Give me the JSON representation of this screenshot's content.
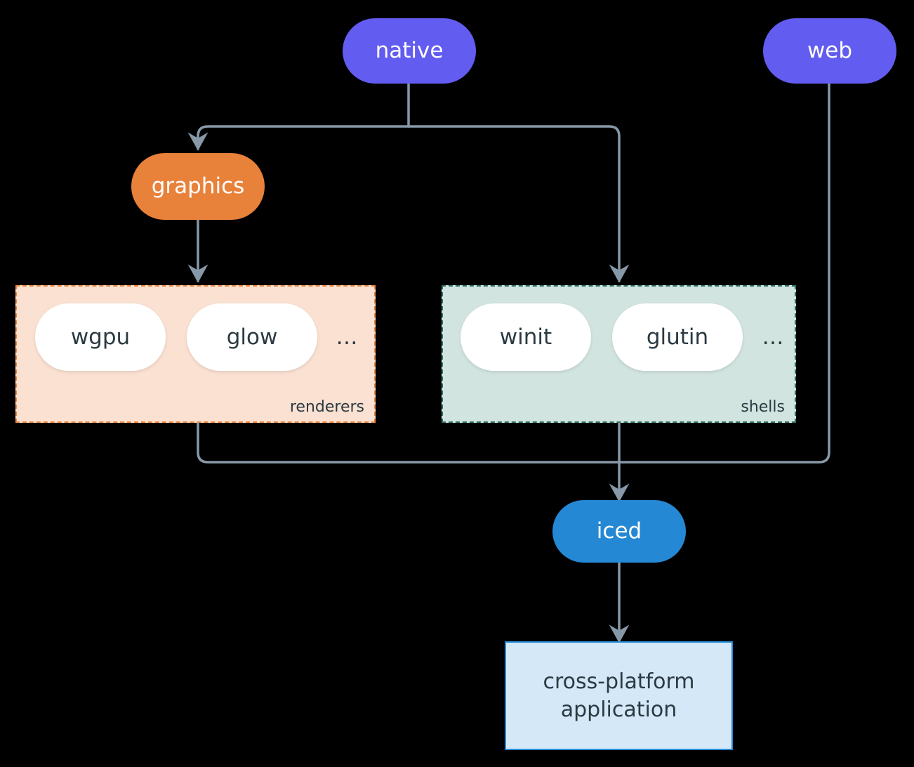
{
  "diagram": {
    "type": "flowchart",
    "background": "#000000",
    "edge_color": "#8798A8",
    "nodes": {
      "native": {
        "label": "native",
        "shape": "stadium",
        "fill": "#625CF0",
        "text_color": "#ffffff"
      },
      "web": {
        "label": "web",
        "shape": "stadium",
        "fill": "#625CF0",
        "text_color": "#ffffff"
      },
      "graphics": {
        "label": "graphics",
        "shape": "stadium",
        "fill": "#E8813A",
        "text_color": "#ffffff"
      },
      "iced": {
        "label": "iced",
        "shape": "stadium",
        "fill": "#2488D4",
        "text_color": "#ffffff"
      },
      "application": {
        "label_line1": "cross-platform",
        "label_line2": "application",
        "shape": "rect",
        "fill": "#D5E8F8",
        "border": "#2488D4",
        "text_color": "#2B3A42"
      }
    },
    "groups": {
      "renderers": {
        "label": "renderers",
        "fill": "#FAE1D2",
        "border": "#F0853B",
        "border_style": "dashed",
        "items": [
          {
            "label": "wgpu",
            "shape": "pill"
          },
          {
            "label": "glow",
            "shape": "pill"
          },
          {
            "label": "…",
            "shape": "text"
          }
        ]
      },
      "shells": {
        "label": "shells",
        "fill": "#D2E4DF",
        "border": "#2E6F62",
        "border_style": "dashed",
        "items": [
          {
            "label": "winit",
            "shape": "pill"
          },
          {
            "label": "glutin",
            "shape": "pill"
          },
          {
            "label": "…",
            "shape": "text"
          }
        ]
      }
    },
    "edges": [
      {
        "from": "native",
        "to": "graphics"
      },
      {
        "from": "native",
        "to": "shells"
      },
      {
        "from": "graphics",
        "to": "renderers"
      },
      {
        "from": "renderers",
        "to": "iced"
      },
      {
        "from": "shells",
        "to": "iced"
      },
      {
        "from": "web",
        "to": "iced"
      },
      {
        "from": "iced",
        "to": "application"
      }
    ]
  }
}
